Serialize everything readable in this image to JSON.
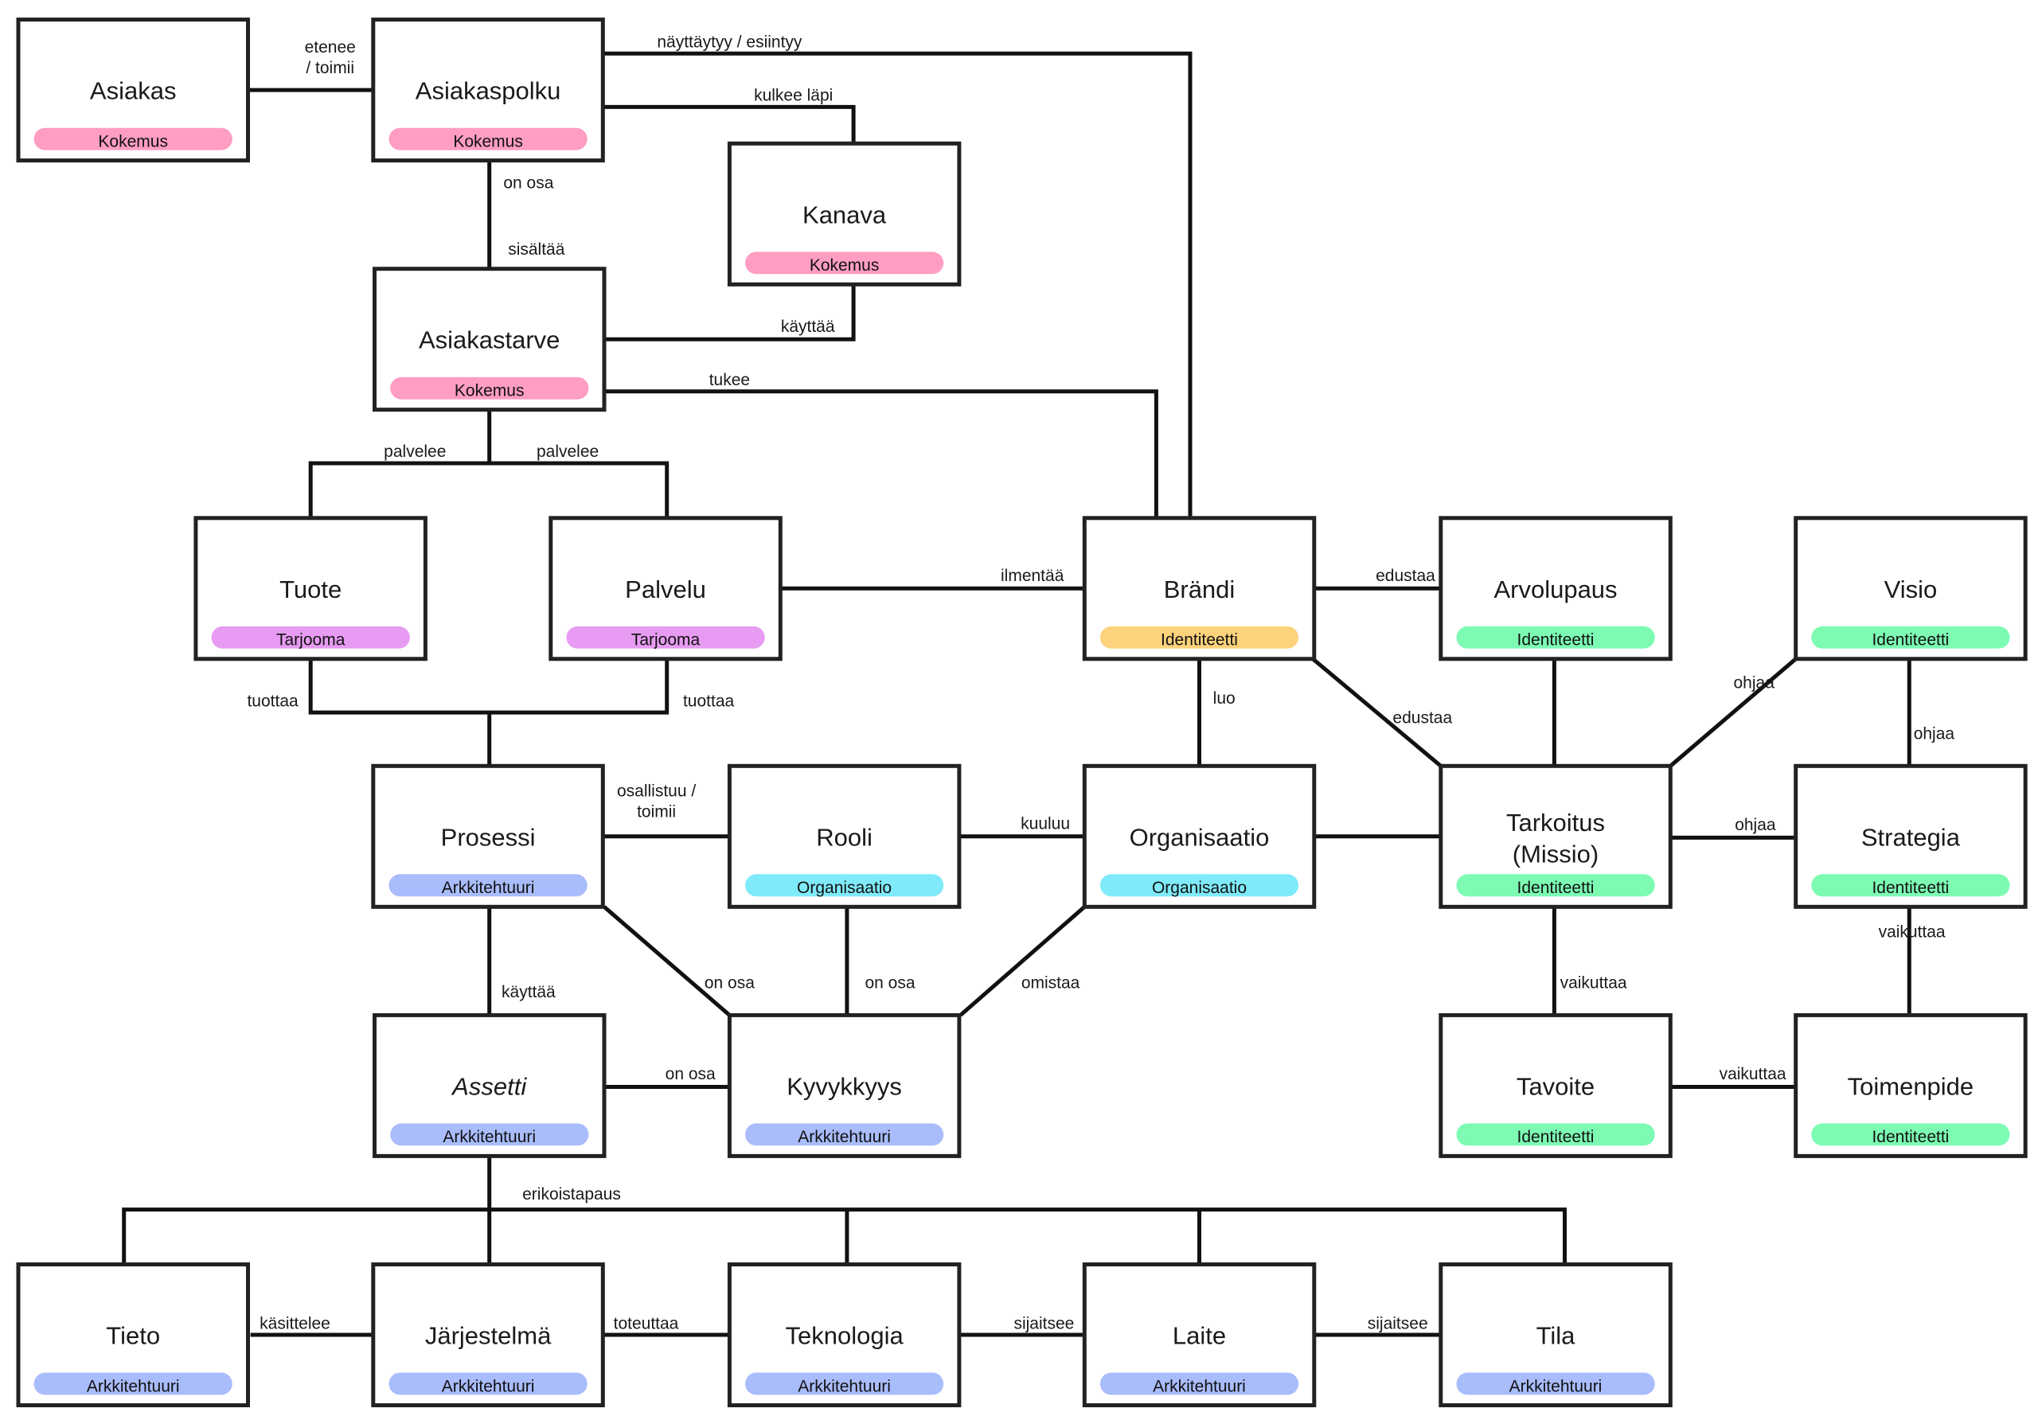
{
  "category_colors": {
    "Kokemus": "#ff9dc2",
    "Tarjooma": "#e79bf2",
    "Identiteetti_brand": "#fdd27c",
    "Identiteetti": "#7dfbb3",
    "Arkkitehtuuri": "#a9bcfb",
    "Organisaatio": "#7feaf9"
  },
  "nodes": [
    {
      "id": "asiakas",
      "title": "Asiakas",
      "tag": "Kokemus",
      "color": "Kokemus"
    },
    {
      "id": "asiakaspolku",
      "title": "Asiakaspolku",
      "tag": "Kokemus",
      "color": "Kokemus"
    },
    {
      "id": "kanava",
      "title": "Kanava",
      "tag": "Kokemus",
      "color": "Kokemus"
    },
    {
      "id": "asiakastarve",
      "title": "Asiakastarve",
      "tag": "Kokemus",
      "color": "Kokemus"
    },
    {
      "id": "tuote",
      "title": "Tuote",
      "tag": "Tarjooma",
      "color": "Tarjooma"
    },
    {
      "id": "palvelu",
      "title": "Palvelu",
      "tag": "Tarjooma",
      "color": "Tarjooma"
    },
    {
      "id": "brandi",
      "title": "Brändi",
      "tag": "Identiteetti",
      "color": "Identiteetti_brand"
    },
    {
      "id": "arvolupaus",
      "title": "Arvolupaus",
      "tag": "Identiteetti",
      "color": "Identiteetti"
    },
    {
      "id": "visio",
      "title": "Visio",
      "tag": "Identiteetti",
      "color": "Identiteetti"
    },
    {
      "id": "prosessi",
      "title": "Prosessi",
      "tag": "Arkkitehtuuri",
      "color": "Arkkitehtuuri"
    },
    {
      "id": "rooli",
      "title": "Rooli",
      "tag": "Organisaatio",
      "color": "Organisaatio"
    },
    {
      "id": "organisaatio",
      "title": "Organisaatio",
      "tag": "Organisaatio",
      "color": "Organisaatio"
    },
    {
      "id": "tarkoitus",
      "title": "Tarkoitus",
      "title2": "(Missio)",
      "tag": "Identiteetti",
      "color": "Identiteetti"
    },
    {
      "id": "strategia",
      "title": "Strategia",
      "tag": "Identiteetti",
      "color": "Identiteetti"
    },
    {
      "id": "assetti",
      "title": "Assetti",
      "italic": true,
      "tag": "Arkkitehtuuri",
      "color": "Arkkitehtuuri"
    },
    {
      "id": "kyvykkyys",
      "title": "Kyvykkyys",
      "tag": "Arkkitehtuuri",
      "color": "Arkkitehtuuri"
    },
    {
      "id": "tavoite",
      "title": "Tavoite",
      "tag": "Identiteetti",
      "color": "Identiteetti"
    },
    {
      "id": "toimenpide",
      "title": "Toimenpide",
      "tag": "Identiteetti",
      "color": "Identiteetti"
    },
    {
      "id": "tieto",
      "title": "Tieto",
      "tag": "Arkkitehtuuri",
      "color": "Arkkitehtuuri"
    },
    {
      "id": "jarjestelma",
      "title": "Järjestelmä",
      "tag": "Arkkitehtuuri",
      "color": "Arkkitehtuuri"
    },
    {
      "id": "teknologia",
      "title": "Teknologia",
      "tag": "Arkkitehtuuri",
      "color": "Arkkitehtuuri"
    },
    {
      "id": "laite",
      "title": "Laite",
      "tag": "Arkkitehtuuri",
      "color": "Arkkitehtuuri"
    },
    {
      "id": "tila",
      "title": "Tila",
      "tag": "Arkkitehtuuri",
      "color": "Arkkitehtuuri"
    }
  ],
  "edge_labels": [
    {
      "id": "etenee",
      "lines": [
        "etenee",
        "/ toimii"
      ]
    },
    {
      "id": "nayttaytyy",
      "lines": [
        "näyttäytyy / esiintyy"
      ]
    },
    {
      "id": "kulkee",
      "lines": [
        "kulkee läpi"
      ]
    },
    {
      "id": "on_osa_polku",
      "lines": [
        "on osa"
      ]
    },
    {
      "id": "sisaltaa",
      "lines": [
        "sisältää"
      ]
    },
    {
      "id": "kayttaa_kanava",
      "lines": [
        "käyttää"
      ]
    },
    {
      "id": "tukee",
      "lines": [
        "tukee"
      ]
    },
    {
      "id": "palvelee_1",
      "lines": [
        "palvelee"
      ]
    },
    {
      "id": "palvelee_2",
      "lines": [
        "palvelee"
      ]
    },
    {
      "id": "ilmentaa",
      "lines": [
        "ilmentää"
      ]
    },
    {
      "id": "edustaa_1",
      "lines": [
        "edustaa"
      ]
    },
    {
      "id": "tuottaa_1",
      "lines": [
        "tuottaa"
      ]
    },
    {
      "id": "tuottaa_2",
      "lines": [
        "tuottaa"
      ]
    },
    {
      "id": "luo",
      "lines": [
        "luo"
      ]
    },
    {
      "id": "edustaa_2",
      "lines": [
        "edustaa"
      ]
    },
    {
      "id": "ohjaa_1",
      "lines": [
        "ohjaa"
      ]
    },
    {
      "id": "ohjaa_2",
      "lines": [
        "ohjaa"
      ]
    },
    {
      "id": "osallistuu",
      "lines": [
        "osallistuu /",
        "toimii"
      ]
    },
    {
      "id": "kuuluu",
      "lines": [
        "kuuluu"
      ]
    },
    {
      "id": "ohjaa_3",
      "lines": [
        "ohjaa"
      ]
    },
    {
      "id": "kayttaa_assetti",
      "lines": [
        "käyttää"
      ]
    },
    {
      "id": "on_osa_prosessi",
      "lines": [
        "on osa"
      ]
    },
    {
      "id": "on_osa_rooli",
      "lines": [
        "on osa"
      ]
    },
    {
      "id": "omistaa",
      "lines": [
        "omistaa"
      ]
    },
    {
      "id": "vaikuttaa_1",
      "lines": [
        "vaikuttaa"
      ]
    },
    {
      "id": "vaikuttaa_2",
      "lines": [
        "vaikuttaa"
      ]
    },
    {
      "id": "on_osa_assetti",
      "lines": [
        "on osa"
      ]
    },
    {
      "id": "vaikuttaa_3",
      "lines": [
        "vaikuttaa"
      ]
    },
    {
      "id": "erikoistapaus",
      "lines": [
        "erikoistapaus"
      ]
    },
    {
      "id": "kasittelee",
      "lines": [
        "käsittelee"
      ]
    },
    {
      "id": "toteuttaa",
      "lines": [
        "toteuttaa"
      ]
    },
    {
      "id": "sijaitsee_1",
      "lines": [
        "sijaitsee"
      ]
    },
    {
      "id": "sijaitsee_2",
      "lines": [
        "sijaitsee"
      ]
    }
  ]
}
